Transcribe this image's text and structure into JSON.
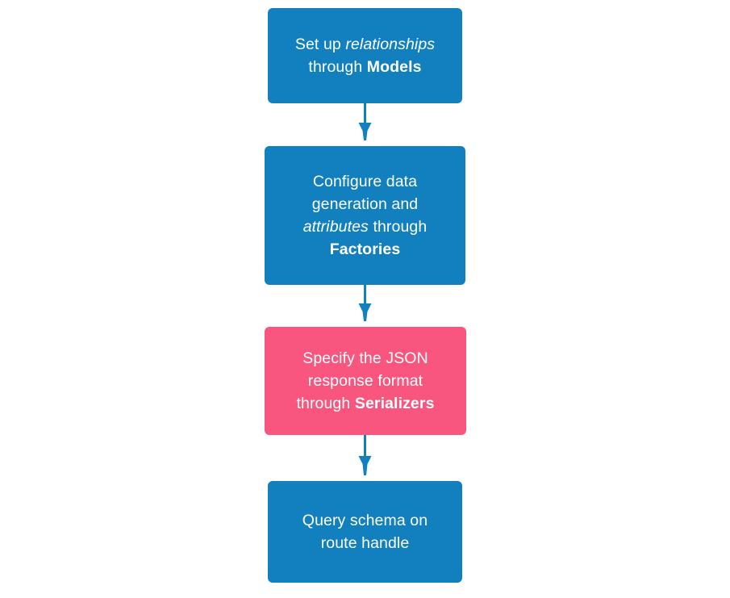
{
  "diagram": {
    "type": "flowchart",
    "orientation": "top-to-bottom",
    "background_color": "#ffffff",
    "colors": {
      "node_blue": "#1280be",
      "node_pink": "#f8557f",
      "node_text": "#ffffff",
      "connector": "#1280be"
    },
    "nodes": [
      {
        "id": "models",
        "fill": "#1280be",
        "lines": [
          {
            "runs": [
              {
                "text": "Set up ",
                "style": "normal"
              },
              {
                "text": "relationships",
                "style": "italic"
              }
            ]
          },
          {
            "runs": [
              {
                "text": "through ",
                "style": "normal"
              },
              {
                "text": "Models",
                "style": "bold"
              }
            ]
          }
        ],
        "plain_text": "Set up relationships through Models"
      },
      {
        "id": "factories",
        "fill": "#1280be",
        "lines": [
          {
            "runs": [
              {
                "text": "Configure data",
                "style": "normal"
              }
            ]
          },
          {
            "runs": [
              {
                "text": "generation and",
                "style": "normal"
              }
            ]
          },
          {
            "runs": [
              {
                "text": "attributes",
                "style": "italic"
              },
              {
                "text": " through",
                "style": "normal"
              }
            ]
          },
          {
            "runs": [
              {
                "text": "Factories",
                "style": "bold"
              }
            ]
          }
        ],
        "plain_text": "Configure data generation and attributes through Factories"
      },
      {
        "id": "serializers",
        "fill": "#f8557f",
        "lines": [
          {
            "runs": [
              {
                "text": "Specify the JSON",
                "style": "normal"
              }
            ]
          },
          {
            "runs": [
              {
                "text": "response format",
                "style": "normal"
              }
            ]
          },
          {
            "runs": [
              {
                "text": "through ",
                "style": "normal"
              },
              {
                "text": "Serializers",
                "style": "bold"
              }
            ]
          }
        ],
        "plain_text": "Specify the JSON response format through Serializers"
      },
      {
        "id": "query",
        "fill": "#1280be",
        "lines": [
          {
            "runs": [
              {
                "text": "Query schema on",
                "style": "normal"
              }
            ]
          },
          {
            "runs": [
              {
                "text": "route handle",
                "style": "normal"
              }
            ]
          }
        ],
        "plain_text": "Query schema on route handle"
      }
    ],
    "edges": [
      {
        "id": "models-to-factories",
        "from": "models",
        "to": "factories",
        "label": ""
      },
      {
        "id": "factories-to-serializers",
        "from": "factories",
        "to": "serializers",
        "label": ""
      },
      {
        "id": "serializers-to-query",
        "from": "serializers",
        "to": "query",
        "label": ""
      }
    ]
  }
}
